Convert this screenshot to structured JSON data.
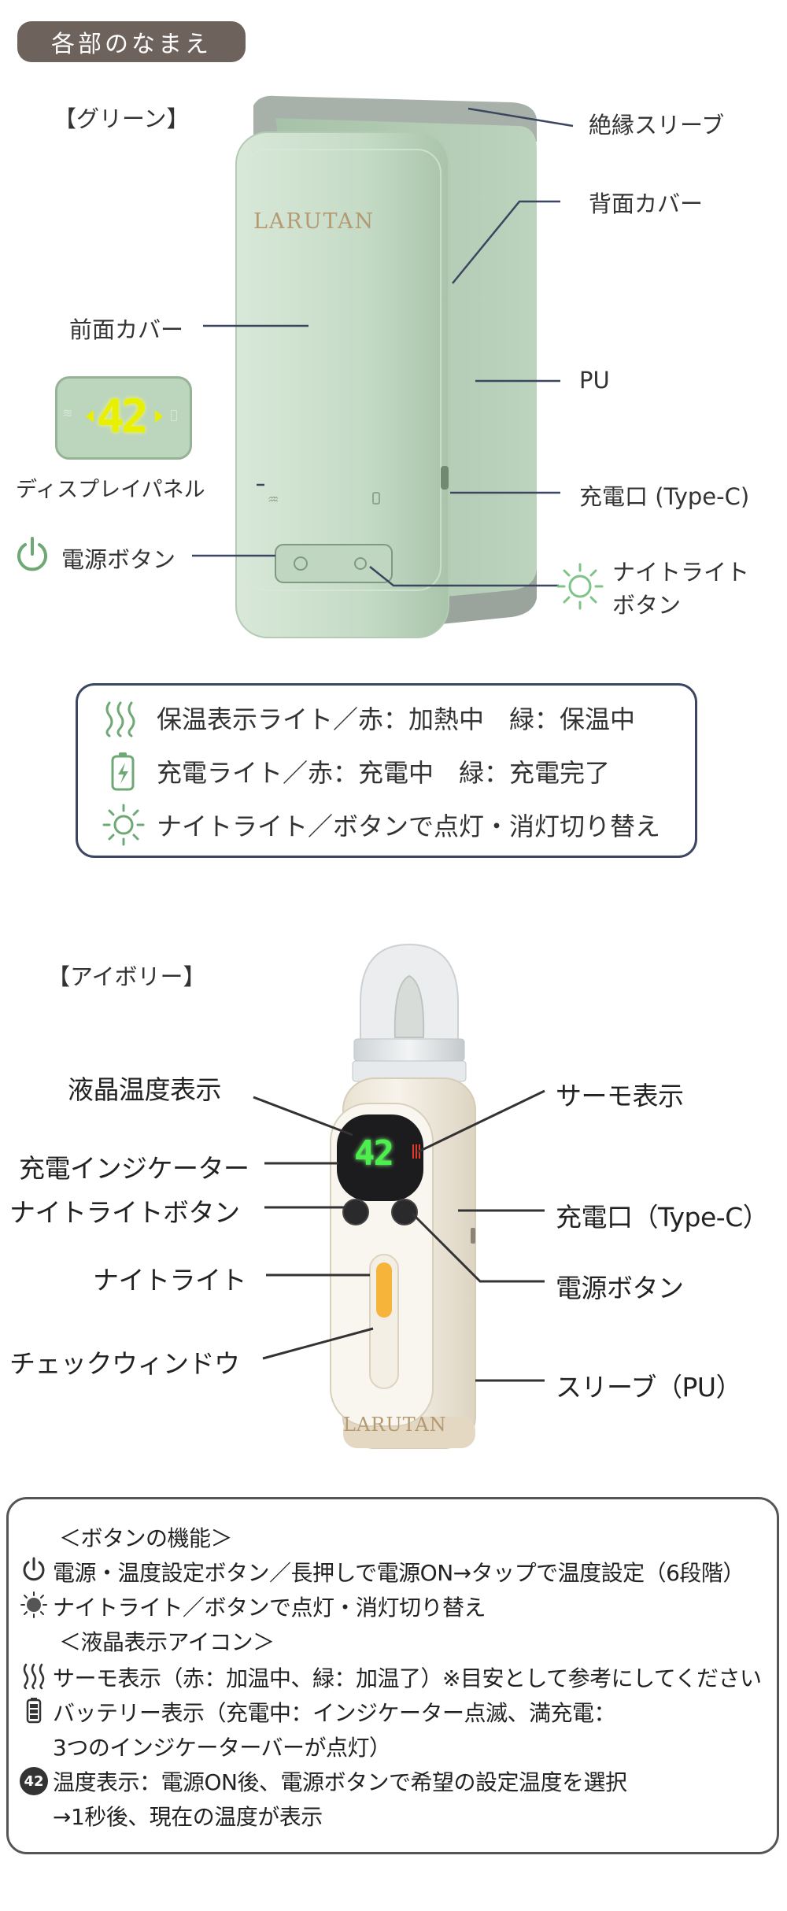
{
  "header": {
    "title": "各部のなまえ"
  },
  "green": {
    "variant": "【グリーン】",
    "brand": "LARUTAN",
    "display_value": "42",
    "labels": {
      "sleeve": "絶縁スリーブ",
      "back_cover": "背面カバー",
      "front_cover": "前面カバー",
      "pu": "PU",
      "display_panel": "ディスプレイパネル",
      "charge_port": "充電口 (Type-C)",
      "power_button": "電源ボタン",
      "night_light_button_1": "ナイトライト",
      "night_light_button_2": "ボタン"
    },
    "legend": [
      {
        "icon": "heat-wave-icon",
        "text": "保温表示ライト／赤：加熱中　緑：保温中"
      },
      {
        "icon": "battery-charge-icon",
        "text": "充電ライト／赤：充電中　緑：充電完了"
      },
      {
        "icon": "sun-icon",
        "text": "ナイトライト／ボタンで点灯・消灯切り替え"
      }
    ]
  },
  "ivory": {
    "variant": "【アイボリー】",
    "brand": "LARUTAN",
    "display_value": "42",
    "labels": {
      "lcd_temp": "液晶温度表示",
      "charge_indicator": "充電インジケーター",
      "night_light_button": "ナイトライトボタン",
      "night_light": "ナイトライト",
      "check_window": "チェックウィンドウ",
      "thermo": "サーモ表示",
      "charge_port": "充電口（Type-C）",
      "power_button": "電源ボタン",
      "sleeve": "スリーブ（PU）"
    }
  },
  "functions": {
    "button_heading": "＜ボタンの機能＞",
    "power": "電源・温度設定ボタン／長押しで電源ON→タップで温度設定（6段階）",
    "night": "ナイトライト／ボタンで点灯・消灯切り替え",
    "lcd_heading": "＜液晶表示アイコン＞",
    "thermo": "サーモ表示（赤：加温中、緑：加温了）※目安として参考にしてください",
    "battery_1": "バッテリー表示（充電中：インジケーター点滅、満充電：",
    "battery_2": "3つのインジケーターバーが点灯）",
    "temp_1": "温度表示：電源ON後、電源ボタンで希望の設定温度を選択",
    "temp_2": "→1秒後、現在の温度が表示",
    "temp_icon_value": "42"
  },
  "colors": {
    "green_body": "#c8dcc9",
    "ivory_body": "#f2ece0",
    "led_yellow": "#e8f000",
    "led_green": "#4cf04c",
    "frame": "#3c4660",
    "pill": "#6e625c"
  }
}
